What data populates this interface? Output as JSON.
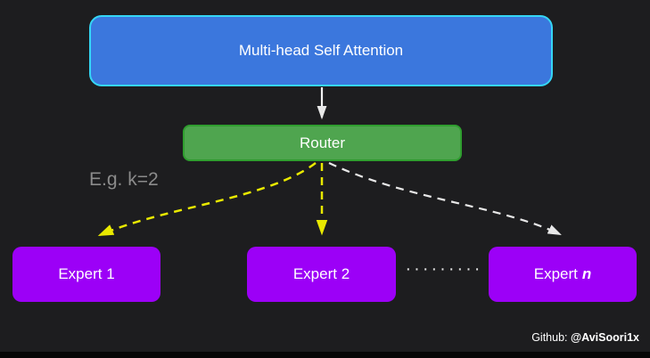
{
  "diagram": {
    "attention_node": {
      "label": "Multi-head Self Attention"
    },
    "router_node": {
      "label": "Router"
    },
    "k_annotation": "E.g. k=2",
    "experts": [
      {
        "label": "Expert 1"
      },
      {
        "label": "Expert 2"
      },
      {
        "label_prefix": "Expert",
        "label_var": "n"
      }
    ],
    "ellipsis": "·········",
    "footer": {
      "prefix": "Github: ",
      "handle": "@AviSoori1x"
    },
    "colors": {
      "background": "#1d1d1f",
      "attention_fill": "#3b77dd",
      "attention_border": "#35d6f5",
      "router_fill": "#4fa54f",
      "router_border": "#2f9e2f",
      "expert_fill": "#9c00f7",
      "arrow_yellow": "#e9e900",
      "arrow_white": "#e8e8e8"
    }
  }
}
